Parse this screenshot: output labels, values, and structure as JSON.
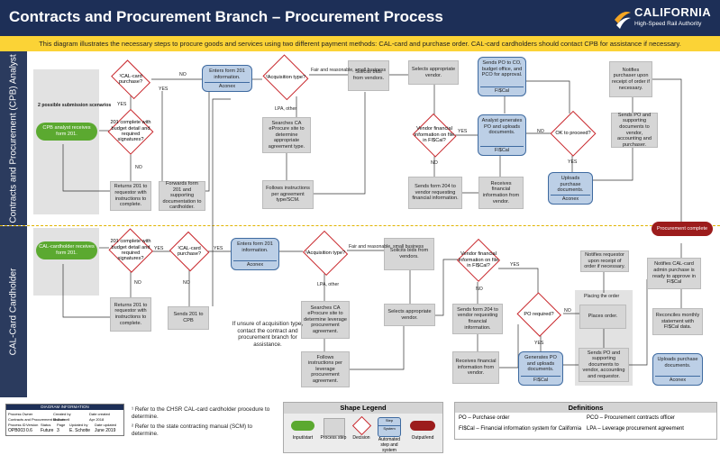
{
  "header": {
    "title": "Contracts and Procurement Branch – Procurement Process",
    "logo_main": "CALIFORNIA",
    "logo_sub": "High-Speed Rail Authority"
  },
  "banner": "This diagram illustrates the necessary steps to procure goods and services using two different payment methods: CAL-card and purchase order. CAL-card cardholders should contact CPB for assistance if necessary.",
  "lanes": {
    "cpb": "Contracts and Procurement (CPB) Analyst",
    "card": "CAL-Card Cardholder"
  },
  "lane1": {
    "scenarios": "2 possible submission scenarios",
    "start": "CPB analyst receives form 201.",
    "d_complete": "201 complete with budget detail and required signatures?",
    "d_calcard": "¹CAL-card purchase?",
    "returns": "Returns 201 to requestor with instructions to complete.",
    "forwards": "Forwards form 201 and supporting documentation to cardholder.",
    "enters": "Enters form 201 information.",
    "enters_sys": "Aconex",
    "d_acq": "²Acquisition type?",
    "searches": "Searches CA eProcure site to determine appropriate agreement type.",
    "follows": "Follows instructions per agreement type/SCM.",
    "solicits": "Solicits bids from vendors.",
    "selects": "Selects appropriate vendor.",
    "d_vendor": "Vendor financial information on file in FI$Cal?",
    "sends204": "Sends form 204 to vendor requesting financial information.",
    "receives": "Receives financial information from vendor.",
    "generates": "Analyst generates PO and uploads documents.",
    "generates_sys": "FI$Cal",
    "sendspo": "Sends PO to CO, budget office, and PCO for approval.",
    "sendspo_sys": "FI$Cal",
    "d_ok": "OK to proceed?",
    "uploads": "Uploads purchase documents.",
    "uploads_sys": "Aconex",
    "sendspo2": "Sends PO and supporting documents to vendor, accounting and purchaser.",
    "notifies": "Notifies purchaser upon receipt of order if necessary."
  },
  "lane2": {
    "start": "CAL-cardholder receives form 201.",
    "d_complete": "201 complete with budget detail and required signatures?",
    "d_calcard": "¹CAL-card purchase?",
    "returns": "Returns 201 to requestor with instructions to complete.",
    "sendscpb": "Sends 201 to CPB",
    "enters": "Enters form 201 information.",
    "enters_sys": "Aconex",
    "d_acq": "²Acquisition type?",
    "searches": "Searches CA eProcure site to determine leverage procurement agreement.",
    "follows": "Follows instructions per leverage procurement agreement.",
    "solicits": "Solicits bids from vendors.",
    "selects": "Selects appropriate vendor.",
    "d_vendor": "Vendor financial information on file in FI$Cal?",
    "sends204": "Sends form 204 to vendor requesting financial information.",
    "receives": "Receives financial information from vendor.",
    "d_po": "PO required?",
    "generates": "Generates PO and uploads documents.",
    "generates_sys": "FI$Cal",
    "placing": "Placing the order",
    "places": "Places order.",
    "sendspo": "Sends PO and supporting documents to vendor, accounting and requestor.",
    "notifies": "Notifies requestor upon receipt of order if necessary.",
    "notifiescal": "Notifies CAL-card admin purchase is ready to approve in FI$Cal",
    "reconciles": "Reconciles monthly statement with FI$Cal data.",
    "uploads": "Uploads purchase documents.",
    "uploads_sys": "Aconex",
    "complete": "Procurement complete",
    "unsure": "If unsure of acquisition type, contact the contract and procurement branch for assistance."
  },
  "labels": {
    "yes": "YES",
    "no": "NO",
    "fair": "Fair and reasonable, small business",
    "lpa": "LPA, other"
  },
  "footnotes": {
    "f1": "¹ Refer to the CHSR CAL-card cardholder procedure to determine.",
    "f2": "² Refer to the state contracting manual (SCM) to determine."
  },
  "info_table": {
    "title": "DIAGRAM INFORMATION",
    "c1": "Process Owner",
    "c2": "Created by",
    "c3": "Date created",
    "v1": "Contracts and Procurement Branch",
    "v2": "M.Gunnell",
    "v3": "Apr 2018",
    "c4": "Process ID",
    "c5": "Version",
    "c6": "Status",
    "c7": "Page",
    "c8": "Updated by",
    "c9": "Date updated",
    "v4": "OPB003",
    "v5": "0.6",
    "v6": "Future",
    "v7": "3",
    "v8": "E. Schotte",
    "v9": "June 2019"
  },
  "legend": {
    "title": "Shape Legend",
    "input": "Input/start",
    "process": "Process step",
    "decision": "Decision",
    "step": "Step",
    "system": "System",
    "auto": "Automated step and system",
    "output": "Output/end"
  },
  "definitions": {
    "title": "Definitions",
    "po": "PO – Purchase order",
    "pco": "PCO – Procurement contracts officer",
    "fiscal": "FI$Cal – Financial information system for California",
    "lpa": "LPA – Leverage procurement agreement"
  },
  "colors": {
    "navy": "#1d2f57",
    "yellow": "#fbd336",
    "green": "#5ba930",
    "red": "#9c1c1c",
    "blue": "#bccfe6"
  }
}
